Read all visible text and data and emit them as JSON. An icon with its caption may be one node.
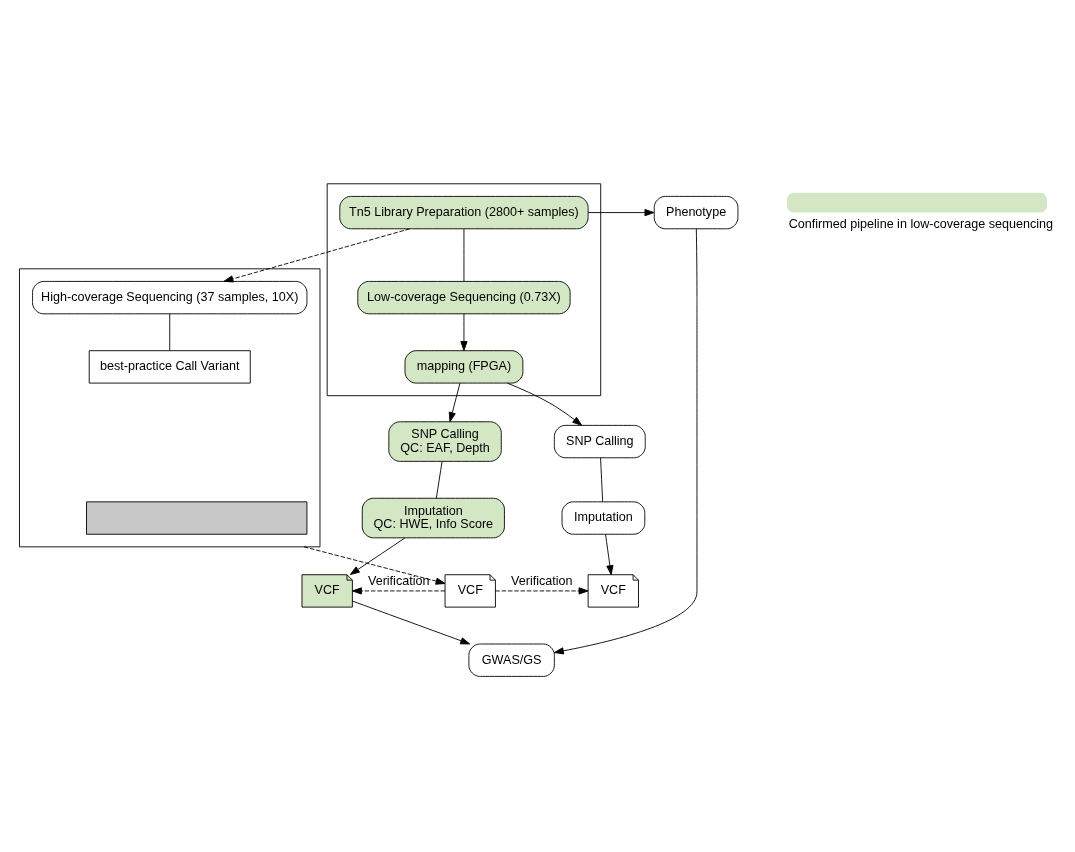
{
  "diagram": {
    "nodes": [
      {
        "text": [],
        "shape": "box"
      },
      {
        "text": [
          "Tn5 Library Preparation (2800+ samples)"
        ],
        "in": 0
      },
      {
        "text": [
          "Low-coverage Sequencing (0.73X)"
        ],
        "in": 0
      },
      {
        "text": [
          "mapping (FPGA)"
        ],
        "in": 0
      },
      {
        "text": [
          "Phenotype"
        ]
      },
      {
        "text": [
          "SNP Calling",
          "QC: EAF, Depth"
        ]
      },
      {
        "text": [
          "Imputation",
          "QC: HWE, Info Score"
        ]
      },
      {
        "text": [
          "VCF"
        ]
      },
      {
        "text": [
          "GWAS/GS"
        ]
      },
      {
        "text": [],
        "shape": "box"
      },
      {
        "text": [
          "High-coverage Sequencing (37 samples, 10X)"
        ],
        "in": 9
      },
      {
        "text": [
          "best-practice Call Variant"
        ],
        "in": 9
      },
      {
        "text": [],
        "shape": "box",
        "in": 9
      },
      {
        "text": [
          "VCF"
        ]
      },
      {
        "text": [
          "SNP Calling"
        ]
      },
      {
        "text": [
          "Imputation"
        ]
      },
      {
        "text": [
          "VCF"
        ]
      }
    ],
    "edges": [
      {
        "from": 1,
        "to": 4,
        "arrow": "to"
      },
      {
        "from": 1,
        "to": 2,
        "arrow": "none"
      },
      {
        "from": 2,
        "to": 3,
        "arrow": "to"
      },
      {
        "from": 3,
        "to": 5,
        "arrow": "to"
      },
      {
        "from": 3,
        "to": 14,
        "arrow": "to"
      },
      {
        "from": 1,
        "to": 10,
        "arrow": "to",
        "style": "dashed"
      },
      {
        "from": 5,
        "to": 6,
        "arrow": "none"
      },
      {
        "from": 6,
        "to": 7,
        "arrow": "to"
      },
      {
        "from": 7,
        "to": 8,
        "arrow": "to"
      },
      {
        "from": 4,
        "to": 8,
        "arrow": "to"
      },
      {
        "from": 10,
        "to": 11,
        "arrow": "none"
      },
      {
        "from": 9,
        "to": 13,
        "arrow": "to",
        "style": "dashed"
      },
      {
        "from": 13,
        "to": 7,
        "arrow": "to",
        "style": "dashed",
        "label": "Verification"
      },
      {
        "from": 13,
        "to": 16,
        "arrow": "to",
        "style": "dashed",
        "label": "Verification"
      },
      {
        "from": 14,
        "to": 15,
        "arrow": "none"
      },
      {
        "from": 15,
        "to": 16,
        "arrow": "to"
      }
    ],
    "legend": [
      {
        "text": "Confirmed pipeline in low-coverage sequencing",
        "color": "#d4e7c5"
      }
    ]
  }
}
